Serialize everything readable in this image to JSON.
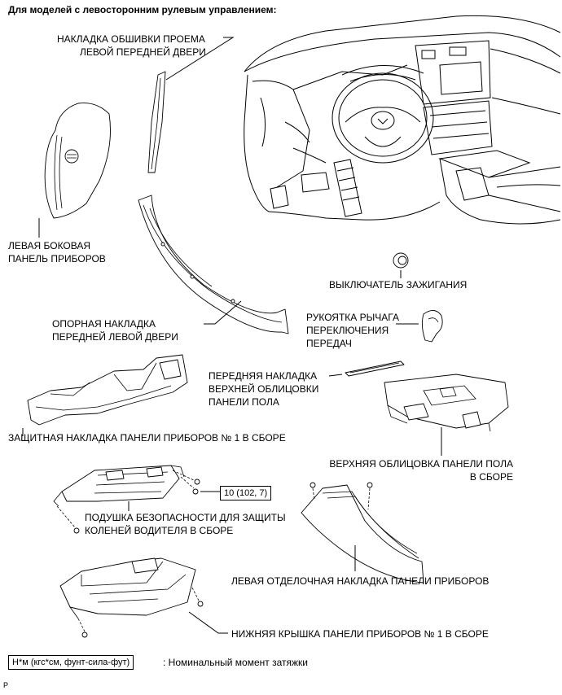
{
  "header": "Для моделей с левосторонним рулевым управлением:",
  "labels": {
    "pillar_garnish": [
      "НАКЛАДКА ОБШИВКИ ПРОЕМА",
      "ЛЕВОЙ ПЕРЕДНЕЙ ДВЕРИ"
    ],
    "side_panel": [
      "ЛЕВАЯ БОКОВАЯ",
      "ПАНЕЛЬ ПРИБОРОВ"
    ],
    "ignition_switch": [
      "ВЫКЛЮЧАТЕЛЬ ЗАЖИГАНИЯ"
    ],
    "scuff_plate": [
      "ОПОРНАЯ НАКЛАДКА",
      "ПЕРЕДНЕЙ ЛЕВОЙ ДВЕРИ"
    ],
    "shift_knob": [
      "РУКОЯТКА РЫЧАГА",
      "ПЕРЕКЛЮЧЕНИЯ",
      "ПЕРЕДАЧ"
    ],
    "console_front_garnish": [
      "ПЕРЕДНЯЯ НАКЛАДКА",
      "ВЕРХНЕЙ ОБЛИЦОВКИ",
      "ПАНЕЛИ ПОЛА"
    ],
    "protector_panel": [
      "ЗАЩИТНАЯ НАКЛАДКА ПАНЕЛИ ПРИБОРОВ № 1 В СБОРЕ"
    ],
    "console_upper": [
      "ВЕРХНЯЯ ОБЛИЦОВКА ПАНЕЛИ ПОЛА",
      "В СБОРЕ"
    ],
    "knee_airbag": [
      "ПОДУШКА БЕЗОПАСНОСТИ ДЛЯ ЗАЩИТЫ",
      "КОЛЕНЕЙ ВОДИТЕЛЯ В СБОРЕ"
    ],
    "finish_panel": [
      "ЛЕВАЯ ОТДЕЛОЧНАЯ НАКЛАДКА ПАНЕЛИ ПРИБОРОВ"
    ],
    "lower_cover": [
      "НИЖНЯЯ КРЫШКА ПАНЕЛИ ПРИБОРОВ № 1 В СБОРЕ"
    ]
  },
  "torque_value": "10 (102, 7)",
  "legend": {
    "units": "Н*м (кгс*см, фунт-сила-фут)",
    "description": ": Номинальный момент затяжки"
  },
  "footer_code": "P"
}
